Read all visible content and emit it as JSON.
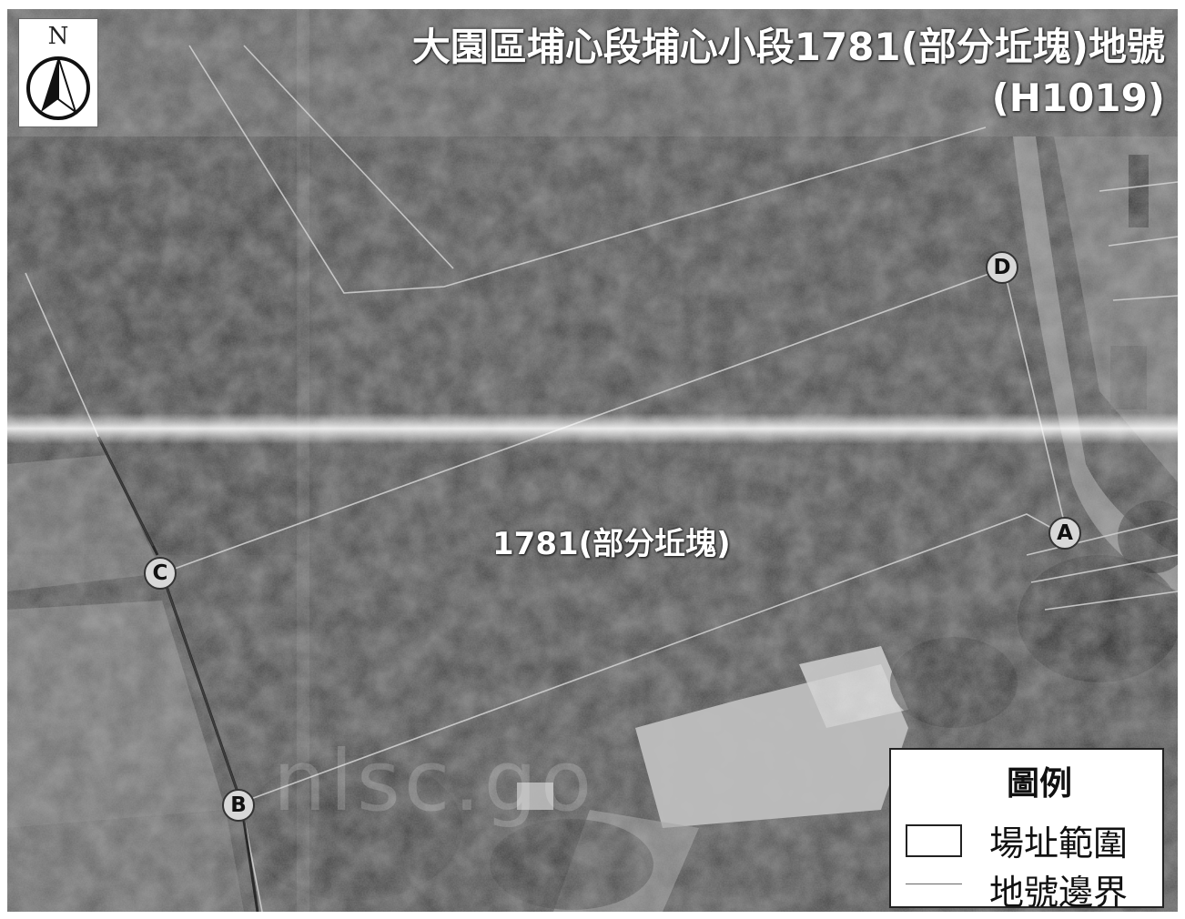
{
  "title": {
    "line1": "大園區埔心段埔心小段1781(部分坵塊)地號",
    "line2": "(H1019)"
  },
  "north_arrow": {
    "letter": "N",
    "icon": "north-arrow-icon"
  },
  "parcel_label": "1781(部分坵塊)",
  "watermark": "nlsc.go",
  "boundary_points": {
    "A": "A",
    "B": "B",
    "C": "C",
    "D": "D"
  },
  "legend": {
    "title": "圖例",
    "items": [
      {
        "label": "場址範圍",
        "symbol": "rectangle-outline"
      },
      {
        "label": "地號邊界",
        "symbol": "thin-line"
      }
    ]
  },
  "colors": {
    "imagery_dark": "#3c3c3c",
    "imagery_mid": "#5a5a5a",
    "imagery_light": "#9a9a9a",
    "boundary_line": "#cfcfcf",
    "text": "#ffffff"
  }
}
